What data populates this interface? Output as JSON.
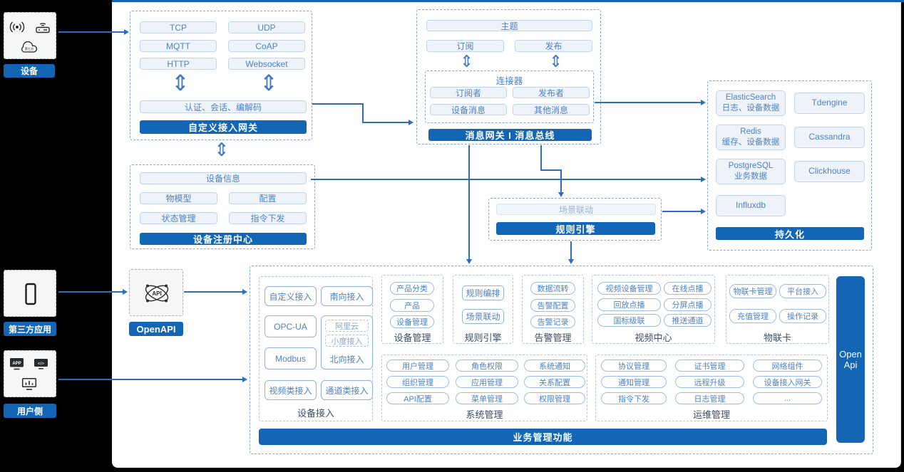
{
  "colors": {
    "brand_blue": "#1266b5",
    "arrow_blue": "#2e6cc0",
    "box_text_blue": "#4d82c6",
    "dashed_border": "#83a8d8",
    "label_dark": "#3d4f66"
  },
  "sources": {
    "device_label": "设备",
    "third_party_label": "第三方应用",
    "user_label": "用户侧"
  },
  "openapi": {
    "label": "OpenAPI"
  },
  "custom_gateway": {
    "protocols": [
      "TCP",
      "UDP",
      "MQTT",
      "CoAP",
      "HTTP",
      "Websocket"
    ],
    "auth_bar": "认证、会话、编解码",
    "title": "自定义接入网关"
  },
  "registry": {
    "wide_item": "设备信息",
    "items": [
      "物模型",
      "配置",
      "状态管理",
      "指令下发"
    ],
    "title": "设备注册中心"
  },
  "bus": {
    "topic": "主题",
    "subscribe": "订阅",
    "publish": "发布",
    "connector_title": "连接器",
    "connector_items": [
      "订阅者",
      "发布者",
      "设备消息",
      "其他消息"
    ],
    "title": "消息网关 I 消息总线"
  },
  "persistence": {
    "stores": [
      {
        "name": "ElasticSearch",
        "desc": "日志、设备数据"
      },
      {
        "name": "Tdengine",
        "desc": ""
      },
      {
        "name": "Redis",
        "desc": "缓存、设备数据"
      },
      {
        "name": "Cassandra",
        "desc": ""
      },
      {
        "name": "PostgreSQL",
        "desc": "业务数据"
      },
      {
        "name": "Clickhouse",
        "desc": ""
      },
      {
        "name": "Influxdb",
        "desc": ""
      }
    ],
    "title": "持久化"
  },
  "rule_box": {
    "scene": "场景联动",
    "title": "规则引擎"
  },
  "platform": {
    "device_access": {
      "title": "设备接入",
      "left": [
        "自定义接入",
        "OPC-UA",
        "Modbus",
        "视频类接入"
      ],
      "right_top": "南向接入",
      "north_group": {
        "dashed": [
          "阿里云",
          "小度接入"
        ],
        "plain": "北向接入"
      },
      "right_bottom": "通道类接入"
    },
    "device_mgmt": {
      "title": "设备管理",
      "items": [
        "产品分类",
        "产品",
        "设备管理"
      ]
    },
    "rule_engine": {
      "title": "规则引擎",
      "items": [
        "规则编排",
        "场景联动"
      ]
    },
    "alarm": {
      "title": "告警管理",
      "items": [
        "数据流转",
        "告警配置",
        "告警记录"
      ]
    },
    "video": {
      "title": "视频中心",
      "items": [
        "视频设备管理",
        "在线点播",
        "回放点播",
        "分屏点播",
        "国标级联",
        "推送通道"
      ]
    },
    "iot_card": {
      "title": "物联卡",
      "items": [
        "物联卡管理",
        "平台接入",
        "充值管理",
        "操作记录"
      ]
    },
    "system": {
      "title": "系统管理",
      "items": [
        "用户管理",
        "角色权限",
        "系统通知",
        "组织管理",
        "应用管理",
        "关系配置",
        "API配置",
        "菜单管理",
        "权限管理"
      ]
    },
    "ops": {
      "title": "运维管理",
      "items": [
        "协议管理",
        "证书管理",
        "网络组件",
        "通知管理",
        "远程升级",
        "设备接入网关",
        "指令下发",
        "日志管理",
        "..."
      ]
    },
    "footer": "业务管理功能",
    "open_api": "Open Api"
  }
}
